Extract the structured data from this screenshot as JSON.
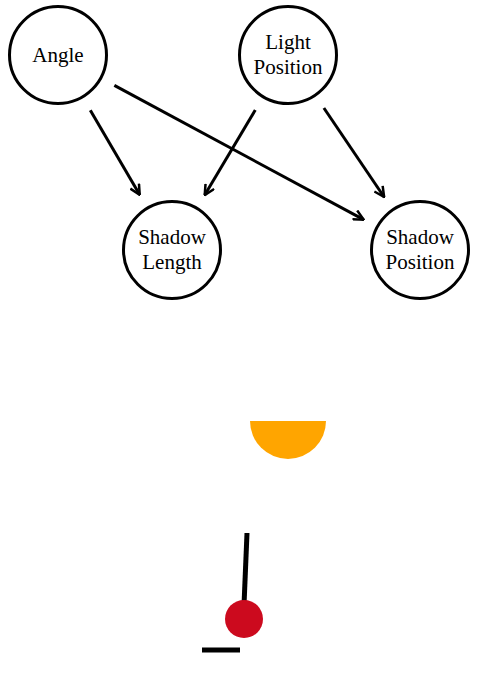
{
  "diagram": {
    "nodes": [
      {
        "text": [
          "Angle"
        ]
      },
      {
        "text": [
          "Light Position"
        ]
      },
      {
        "text": [
          "Shadow Length"
        ]
      },
      {
        "text": [
          "Shadow Position"
        ]
      }
    ],
    "edges": [
      {
        "from": 0,
        "to": 2,
        "arrow": "to"
      },
      {
        "from": 0,
        "to": 3,
        "arrow": "to"
      },
      {
        "from": 1,
        "to": 2,
        "arrow": "to"
      },
      {
        "from": 1,
        "to": 3,
        "arrow": "to"
      }
    ]
  }
}
